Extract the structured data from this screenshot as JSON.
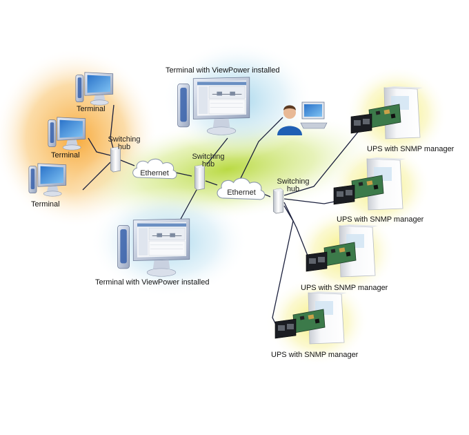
{
  "labels": {
    "terminal": "Terminal",
    "viewpower_terminal": "Terminal with ViewPower installed",
    "switching_hub_line1": "Switching",
    "switching_hub_line2": "hub",
    "ethernet": "Ethernet",
    "ups": "UPS with SNMP manager"
  },
  "colors": {
    "orange_glow": "#f7a531",
    "green_glow": "#b6d83a",
    "blue_glow": "#9fd3ea",
    "yellow_glow": "#f5ee6a",
    "cable": "#1a1f3c"
  }
}
